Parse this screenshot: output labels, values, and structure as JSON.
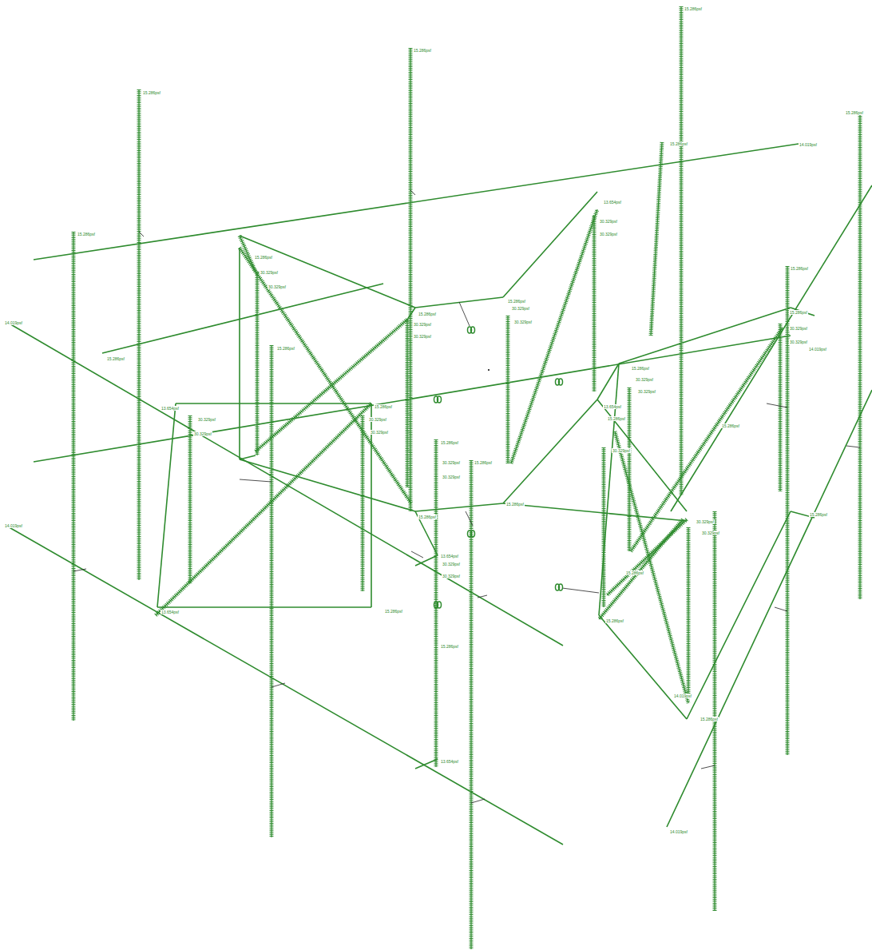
{
  "diagram": {
    "labels": [
      "15.286psf",
      "15.286psf",
      "15.286psf",
      "15.286psf",
      "14.019psf",
      "15.286psf",
      "13.654psf",
      "30.329psf",
      "30.329psf",
      "15.286psf",
      "15.286psf",
      "30.329psf",
      "30.329psf",
      "15.286psf",
      "15.286psf",
      "15.286psf",
      "14.019psf",
      "14.019psf",
      "15.286psf",
      "30.329psf",
      "30.329psf",
      "15.286psf",
      "30.329psf",
      "30.329psf",
      "13.654psf",
      "13.654psf",
      "30.329psf",
      "30.329psf",
      "15.286psf",
      "30.329psf",
      "30.329psf",
      "15.286psf",
      "30.329psf",
      "30.329psf",
      "15.286psf",
      "15.286psf",
      "15.286psf",
      "13.654psf",
      "30.329psf",
      "30.329psf",
      "15.286psf",
      "13.654psf",
      "13.654psf",
      "15.286psf",
      "15.286psf",
      "30.329psf",
      "30.329psf",
      "15.286psf",
      "30.329psf",
      "30.329psf",
      "14.019psf",
      "15.286psf",
      "15.286psf",
      "15.286psf",
      "30.329psf",
      "30.329psf",
      "30.329psf",
      "15.286psf",
      "15.286psf",
      "14.019psf",
      "14.019psf",
      "15.286psf"
    ]
  }
}
